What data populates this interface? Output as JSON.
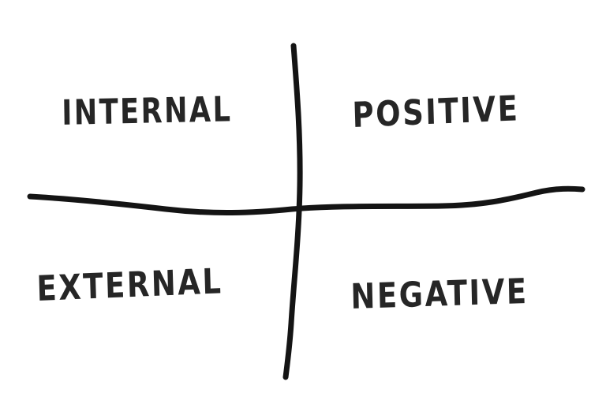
{
  "quadrants": {
    "top_left": "INTERNAL",
    "top_right": "POSITIVE",
    "bottom_left": "EXTERNAL",
    "bottom_right": "NEGATIVE"
  },
  "colors": {
    "ink": "#141414",
    "background": "#ffffff"
  }
}
